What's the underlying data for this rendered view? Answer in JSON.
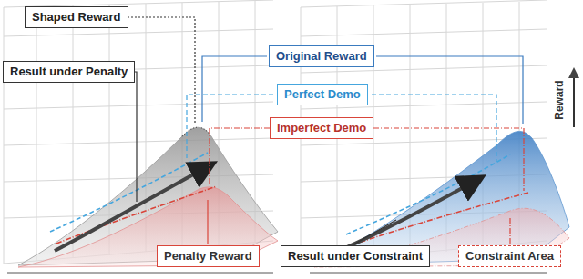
{
  "diagram": {
    "nodes": [
      {
        "text": [
          "Shaped Reward"
        ]
      },
      {
        "text": [
          "Result under Penalty"
        ]
      },
      {
        "text": [
          "Original Reward"
        ]
      },
      {
        "text": [
          "Perfect Demo"
        ]
      },
      {
        "text": [
          "Imperfect Demo"
        ]
      },
      {
        "text": [
          "Penalty Reward"
        ]
      },
      {
        "text": [
          "Result under Constraint"
        ]
      },
      {
        "text": [
          "Constraint Area"
        ]
      }
    ],
    "labels": [
      "Reward"
    ]
  }
}
